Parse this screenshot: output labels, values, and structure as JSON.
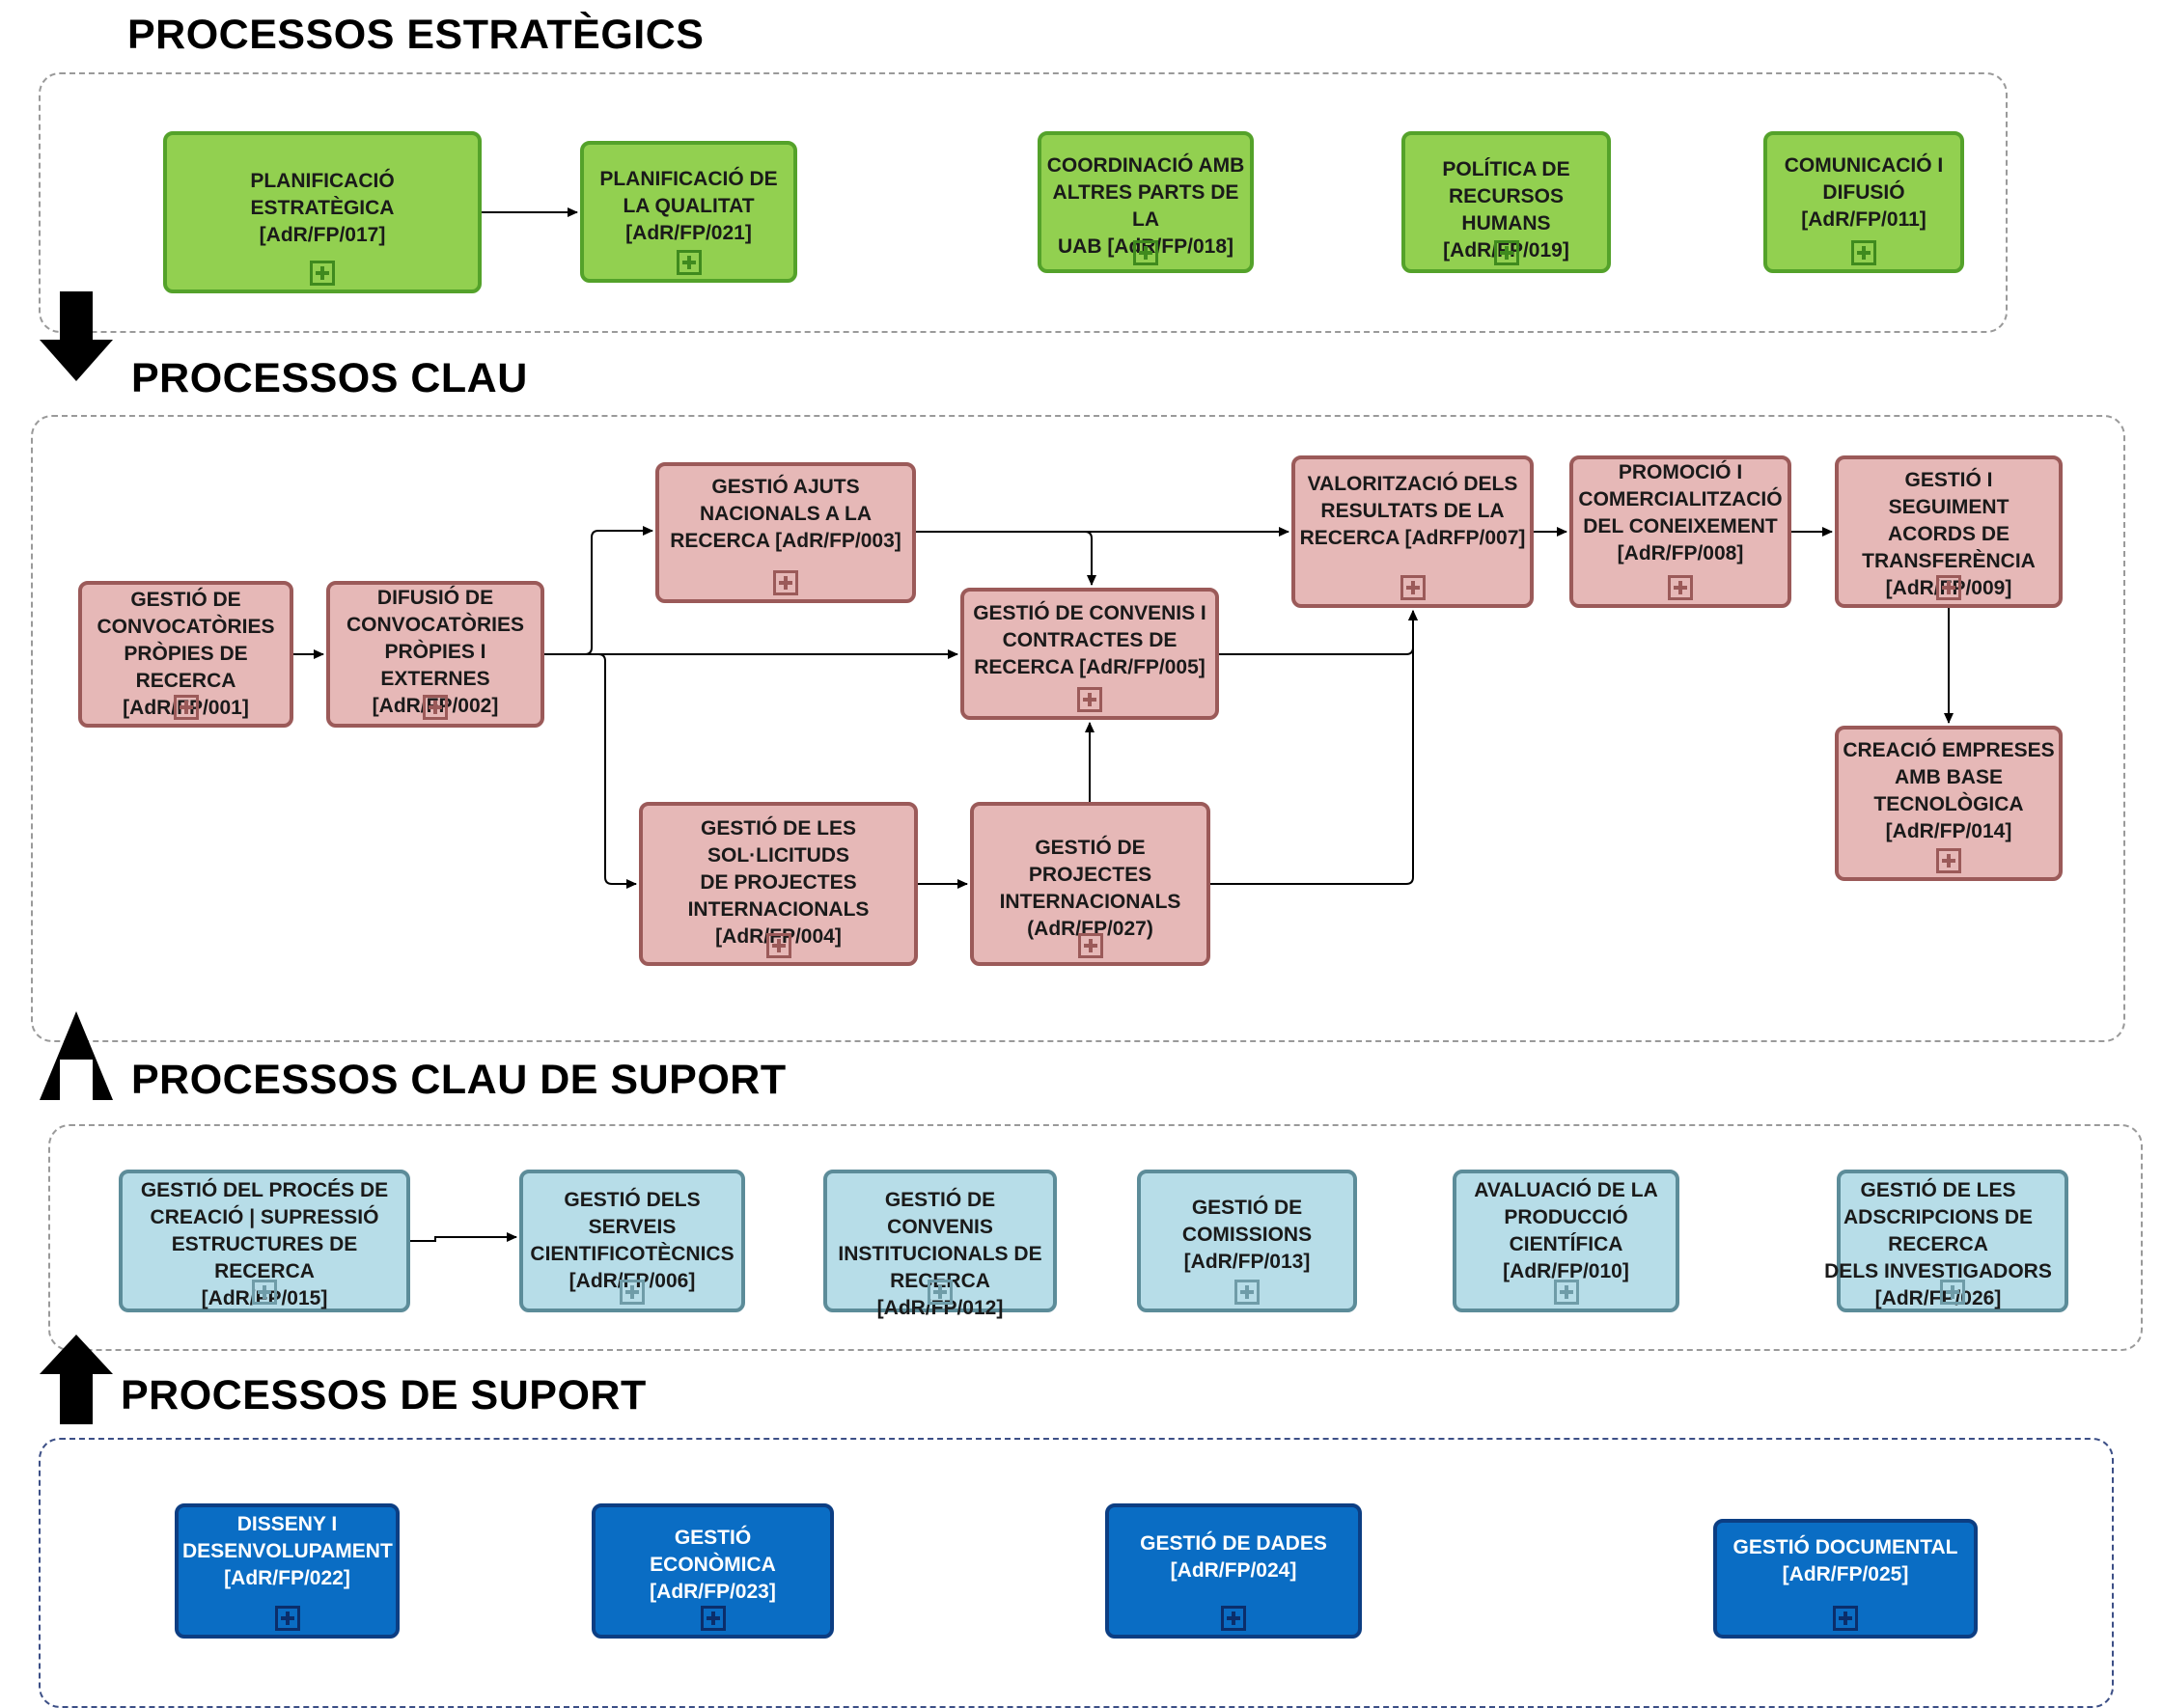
{
  "sections": {
    "strategic": {
      "title": "PROCESSOS ESTRATÈGICS"
    },
    "key": {
      "title": "PROCESSOS CLAU"
    },
    "key_support": {
      "title": "PROCESSOS CLAU DE SUPORT"
    },
    "support": {
      "title": "PROCESSOS DE SUPORT"
    }
  },
  "strategic": [
    {
      "label": "PLANIFICACIÓ\nESTRATÈGICA\n[AdR/FP/017]"
    },
    {
      "label": "PLANIFICACIÓ DE\nLA QUALITAT\n[AdR/FP/021]"
    },
    {
      "label": "COORDINACIÓ AMB\nALTRES PARTS DE LA\nUAB [AdR/FP/018]"
    },
    {
      "label": "POLÍTICA DE\nRECURSOS HUMANS\n[AdR/FP/019]"
    },
    {
      "label": "COMUNICACIÓ I\nDIFUSIÓ\n[AdR/FP/011]"
    }
  ],
  "key": [
    {
      "label": "GESTIÓ DE\nCONVOCATÒRIES\nPRÒPIES DE RECERCA\n[AdR/FP/001]"
    },
    {
      "label": "DIFUSIÓ DE\nCONVOCATÒRIES\nPRÒPIES I EXTERNES\n[AdR/FP/002]"
    },
    {
      "label": "GESTIÓ AJUTS\nNACIONALS A LA\nRECERCA [AdR/FP/003]"
    },
    {
      "label": "GESTIÓ DE CONVENIS I\nCONTRACTES DE\nRECERCA [AdR/FP/005]"
    },
    {
      "label": "GESTIÓ DE LES SOL·LICITUDS\nDE PROJECTES\nINTERNACIONALS\n[AdR/FP/004]"
    },
    {
      "label": "GESTIÓ  DE PROJECTES\nINTERNACIONALS\n(AdR/FP/027)"
    },
    {
      "label": "VALORITZACIÓ DELS\nRESULTATS DE LA\nRECERCA [AdRFP/007]"
    },
    {
      "label": "PROMOCIÓ I\nCOMERCIALITZACIÓ\nDEL CONEIXEMENT\n[AdR/FP/008]"
    },
    {
      "label": "GESTIÓ I SEGUIMENT\nACORDS DE\nTRANSFERÈNCIA\n[AdR/FP/009]"
    },
    {
      "label": "CREACIÓ EMPRESES\nAMB BASE\nTECNOLÒGICA\n[AdR/FP/014]"
    }
  ],
  "key_support": [
    {
      "label": "GESTIÓ DEL PROCÉS DE\nCREACIÓ | SUPRESSIÓ\nESTRUCTURES DE RECERCA\n[AdR/FP/015]"
    },
    {
      "label": "GESTIÓ DELS SERVEIS\nCIENTIFICOTÈCNICS\n[AdR/FP/006]"
    },
    {
      "label": "GESTIÓ DE CONVENIS\nINSTITUCIONALS DE\nRECERCA [AdR/FP/012]"
    },
    {
      "label": "GESTIÓ DE\nCOMISSIONS\n[AdR/FP/013]"
    },
    {
      "label": "AVALUACIÓ DE LA\nPRODUCCIÓ\nCIENTÍFICA\n[AdR/FP/010]"
    },
    {
      "label": "GESTIÓ DE LES\nADSCRIPCIONS DE RECERCA\nDELS INVESTIGADORS\n[AdR/FP/026]"
    }
  ],
  "support": [
    {
      "label": "DISSENY I\nDESENVOLUPAMENT\n[AdR/FP/022]"
    },
    {
      "label": "GESTIÓ\nECONÒMICA\n[AdR/FP/023]"
    },
    {
      "label": "GESTIÓ DE DADES\n[AdR/FP/024]"
    },
    {
      "label": "GESTIÓ DOCUMENTAL\n[AdR/FP/025]"
    }
  ],
  "colors": {
    "strategic_fill": "#92d050",
    "key_fill": "#e6b8b7",
    "key_support_fill": "#b7dde8",
    "support_fill": "#0a6dc4"
  }
}
